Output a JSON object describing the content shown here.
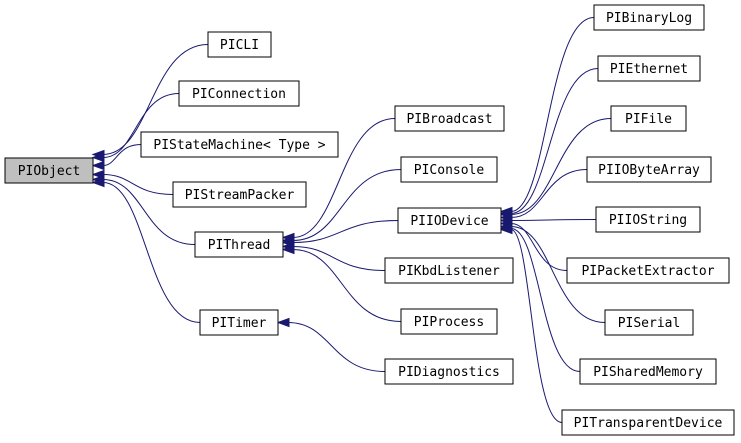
{
  "diagram": {
    "colors": {
      "edge": "#191970",
      "root_fill": "#bfbfbf",
      "node_fill": "#ffffff",
      "border": "#000000"
    },
    "nodes": {
      "piobject": "PIObject",
      "picli": "PICLI",
      "piconnection": "PIConnection",
      "pistatemachine": "PIStateMachine< Type >",
      "pistreampacker": "PIStreamPacker",
      "pithread": "PIThread",
      "pitimer": "PITimer",
      "pibroadcast": "PIBroadcast",
      "piconsole": "PIConsole",
      "piiodevice": "PIIODevice",
      "pikbdlistener": "PIKbdListener",
      "piprocess": "PIProcess",
      "pidiagnostics": "PIDiagnostics",
      "pibinarylog": "PIBinaryLog",
      "piethernet": "PIEthernet",
      "pifile": "PIFile",
      "piiobytearray": "PIIOByteArray",
      "piiostring": "PIIOString",
      "pipacketextractor": "PIPacketExtractor",
      "piserial": "PISerial",
      "pisharedmemory": "PISharedMemory",
      "pitransparentdevice": "PITransparentDevice"
    },
    "edges": [
      {
        "child": "picli",
        "parent": "piobject"
      },
      {
        "child": "piconnection",
        "parent": "piobject"
      },
      {
        "child": "pistatemachine",
        "parent": "piobject"
      },
      {
        "child": "pistreampacker",
        "parent": "piobject"
      },
      {
        "child": "pithread",
        "parent": "piobject"
      },
      {
        "child": "pitimer",
        "parent": "piobject"
      },
      {
        "child": "pibroadcast",
        "parent": "pithread"
      },
      {
        "child": "piconsole",
        "parent": "pithread"
      },
      {
        "child": "piiodevice",
        "parent": "pithread"
      },
      {
        "child": "pikbdlistener",
        "parent": "pithread"
      },
      {
        "child": "piprocess",
        "parent": "pithread"
      },
      {
        "child": "pidiagnostics",
        "parent": "pitimer"
      },
      {
        "child": "pibinarylog",
        "parent": "piiodevice"
      },
      {
        "child": "piethernet",
        "parent": "piiodevice"
      },
      {
        "child": "pifile",
        "parent": "piiodevice"
      },
      {
        "child": "piiobytearray",
        "parent": "piiodevice"
      },
      {
        "child": "piiostring",
        "parent": "piiodevice"
      },
      {
        "child": "pipacketextractor",
        "parent": "piiodevice"
      },
      {
        "child": "piserial",
        "parent": "piiodevice"
      },
      {
        "child": "pisharedmemory",
        "parent": "piiodevice"
      },
      {
        "child": "pitransparentdevice",
        "parent": "piiodevice"
      }
    ]
  }
}
